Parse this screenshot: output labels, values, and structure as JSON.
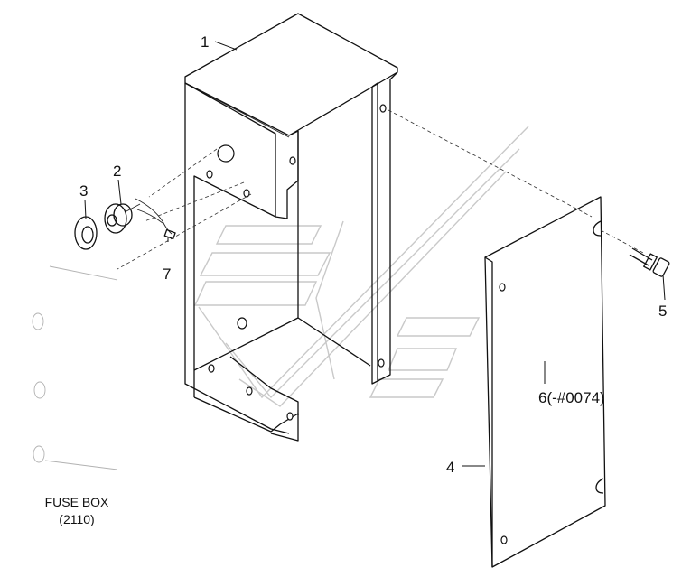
{
  "callouts": {
    "part_1": "1",
    "part_2": "2",
    "part_3": "3",
    "part_4": "4",
    "part_5": "5",
    "part_6": "6(-#0074)",
    "part_7": "7"
  },
  "caption": {
    "title": "FUSE BOX",
    "code": "(2110)"
  },
  "colors": {
    "line": "#111111",
    "watermark": "#c9c9c9",
    "background": "#ffffff"
  }
}
